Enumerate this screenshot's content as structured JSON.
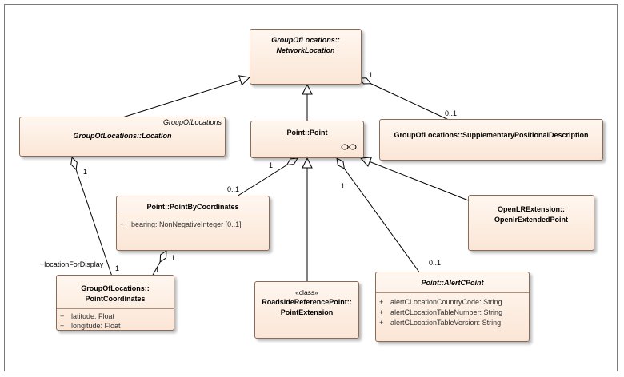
{
  "classes": {
    "network_location": {
      "line1": "GroupOfLocations::",
      "line2": "NetworkLocation"
    },
    "location": {
      "package": "GroupOfLocations",
      "name": "GroupOfLocations::Location"
    },
    "point": {
      "name": "Point::Point"
    },
    "supplementary": {
      "name": "GroupOfLocations::SupplementaryPositionalDescription"
    },
    "point_by_coordinates": {
      "name": "Point::PointByCoordinates",
      "attributes": [
        {
          "vis": "+",
          "text": "bearing: NonNegativeInteger [0..1]"
        }
      ]
    },
    "openlr": {
      "line1": "OpenLRExtension::",
      "line2": "OpenlrExtendedPoint"
    },
    "point_coordinates": {
      "line1": "GroupOfLocations::",
      "line2": "PointCoordinates",
      "attributes": [
        {
          "vis": "+",
          "text": "latitude: Float"
        },
        {
          "vis": "+",
          "text": "longitude: Float"
        }
      ]
    },
    "roadside": {
      "stereotype": "«class»",
      "line1": "RoadsideReferencePoint::",
      "line2": "PointExtension"
    },
    "alert_c_point": {
      "name": "Point::AlertCPoint",
      "attributes": [
        {
          "vis": "+",
          "text": "alertCLocationCountryCode: String"
        },
        {
          "vis": "+",
          "text": "alertCLocationTableNumber: String"
        },
        {
          "vis": "+",
          "text": "alertCLocationTableVersion: String"
        }
      ]
    }
  },
  "labels": {
    "net_to_supp_src": "1",
    "net_to_supp_dst": "0..1",
    "loc_to_coords_src": "1",
    "loc_to_coords_role": "+locationForDisplay",
    "loc_to_coords_dst": "1",
    "point_to_pbc_src": "1",
    "point_to_pbc_dst": "0..1",
    "pbc_to_coords_src": "1",
    "pbc_to_coords_dst": "1",
    "point_to_alert_src": "1",
    "point_to_alert_dst": "0..1"
  }
}
